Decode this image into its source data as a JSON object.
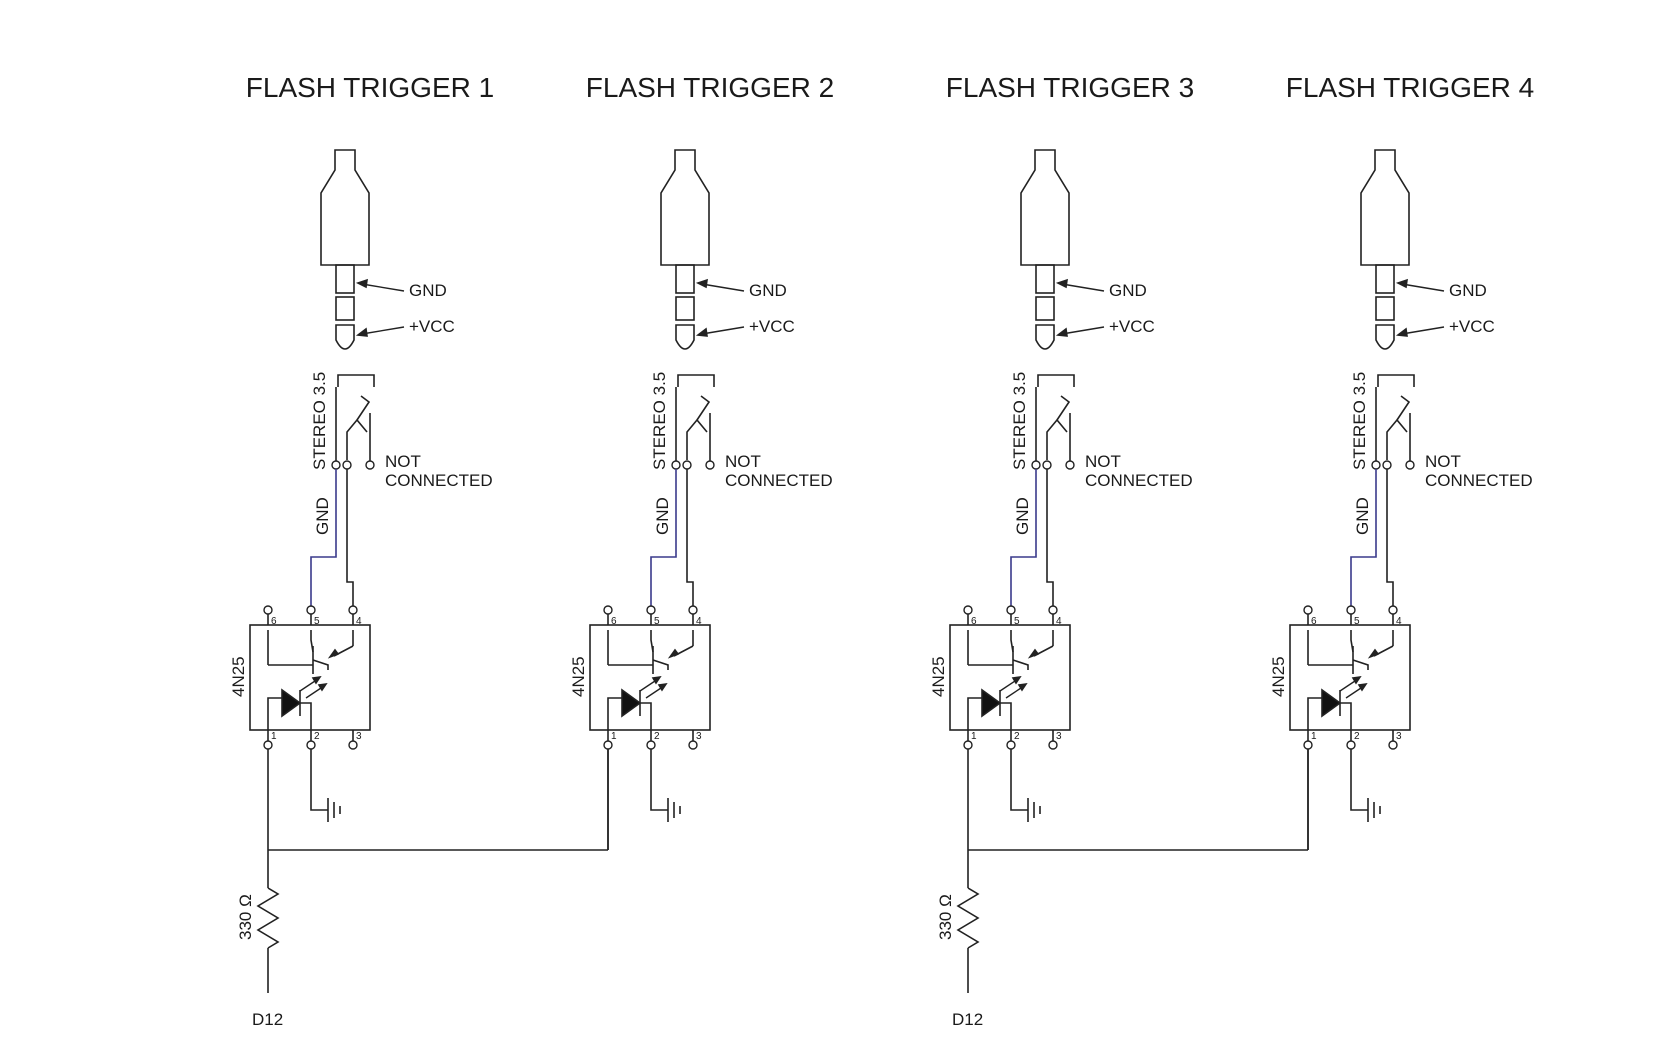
{
  "titles": [
    "FLASH TRIGGER 1",
    "FLASH TRIGGER 2",
    "FLASH TRIGGER 3",
    "FLASH TRIGGER 4"
  ],
  "plug_labels": {
    "gnd": "GND",
    "vcc": "+VCC"
  },
  "jack": {
    "type": "STEREO 3.5",
    "nc_line1": "NOT",
    "nc_line2": "CONNECTED",
    "gnd": "GND"
  },
  "optocoupler": {
    "part": "4N25",
    "pins": [
      "1",
      "2",
      "3",
      "4",
      "5",
      "6"
    ]
  },
  "resistor": "330 Ω",
  "input_pin": "D12"
}
